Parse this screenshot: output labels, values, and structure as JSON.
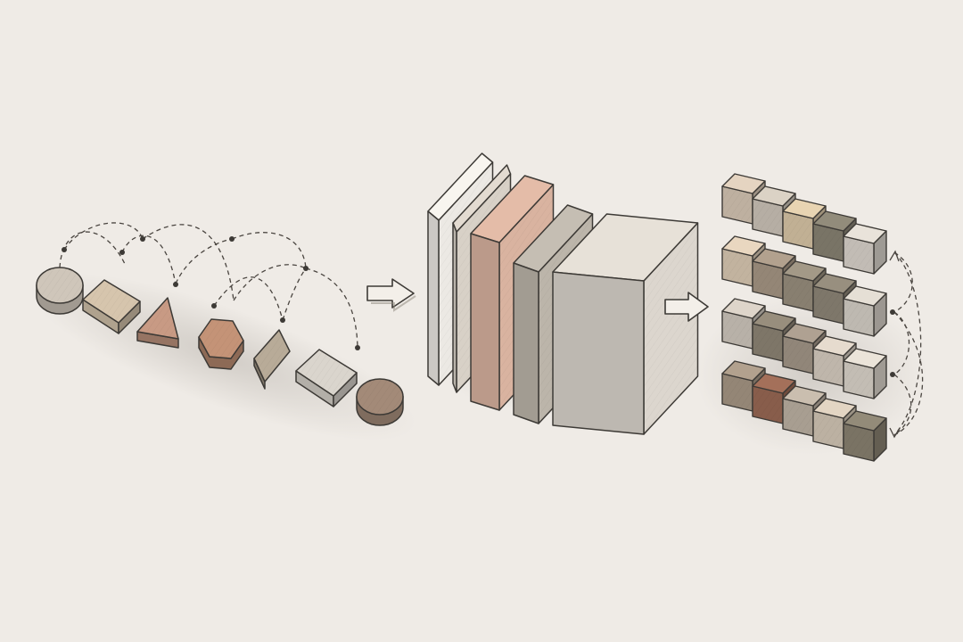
{
  "colors": {
    "paper": "#efebe6",
    "outline": "#3d3a36",
    "sand": "#d4c4ae",
    "stone": "#c9c1b5",
    "clay": "#c59a82",
    "taupe": "#a89886",
    "umber": "#8b6a55",
    "olive": "#8a8474",
    "cream": "#e7e2da",
    "light": "#ddd8d0"
  },
  "diagram": {
    "stages": [
      {
        "role": "input",
        "items": [
          {
            "shape": "cylinder",
            "fill": "#cfc6ba"
          },
          {
            "shape": "square-tile",
            "fill": "#d6c5ad"
          },
          {
            "shape": "triangle-block",
            "fill": "#c89a84"
          },
          {
            "shape": "hexagon-block",
            "fill": "#c49377"
          },
          {
            "shape": "diamond-block",
            "fill": "#b8ab98"
          },
          {
            "shape": "square-tile",
            "fill": "#dad5cd"
          },
          {
            "shape": "cylinder",
            "fill": "#a38a78"
          }
        ]
      },
      {
        "role": "transform",
        "layers": [
          {
            "fill": "#ece9e4"
          },
          {
            "fill": "#d8d1c7"
          },
          {
            "fill": "#d9b3a0"
          },
          {
            "fill": "#bcb5aa"
          },
          {
            "fill": "#dcd6ce"
          }
        ]
      },
      {
        "role": "output",
        "rows": [
          [
            "#d8c8b6",
            "#cfc6ba",
            "#dbc8a8",
            "#8a8474",
            "#dcd6ce"
          ],
          [
            "#dccbb5",
            "#a89886",
            "#9a907f",
            "#8f8778",
            "#d8d2c9"
          ],
          [
            "#d1c9bf",
            "#8f8676",
            "#a5988a",
            "#d9cfc2",
            "#ded7cd"
          ],
          [
            "#a89886",
            "#9b6a55",
            "#bfb3a5",
            "#d6c9b8",
            "#8b8372"
          ]
        ]
      }
    ],
    "arrows": [
      "process-arrow",
      "process-arrow"
    ]
  }
}
